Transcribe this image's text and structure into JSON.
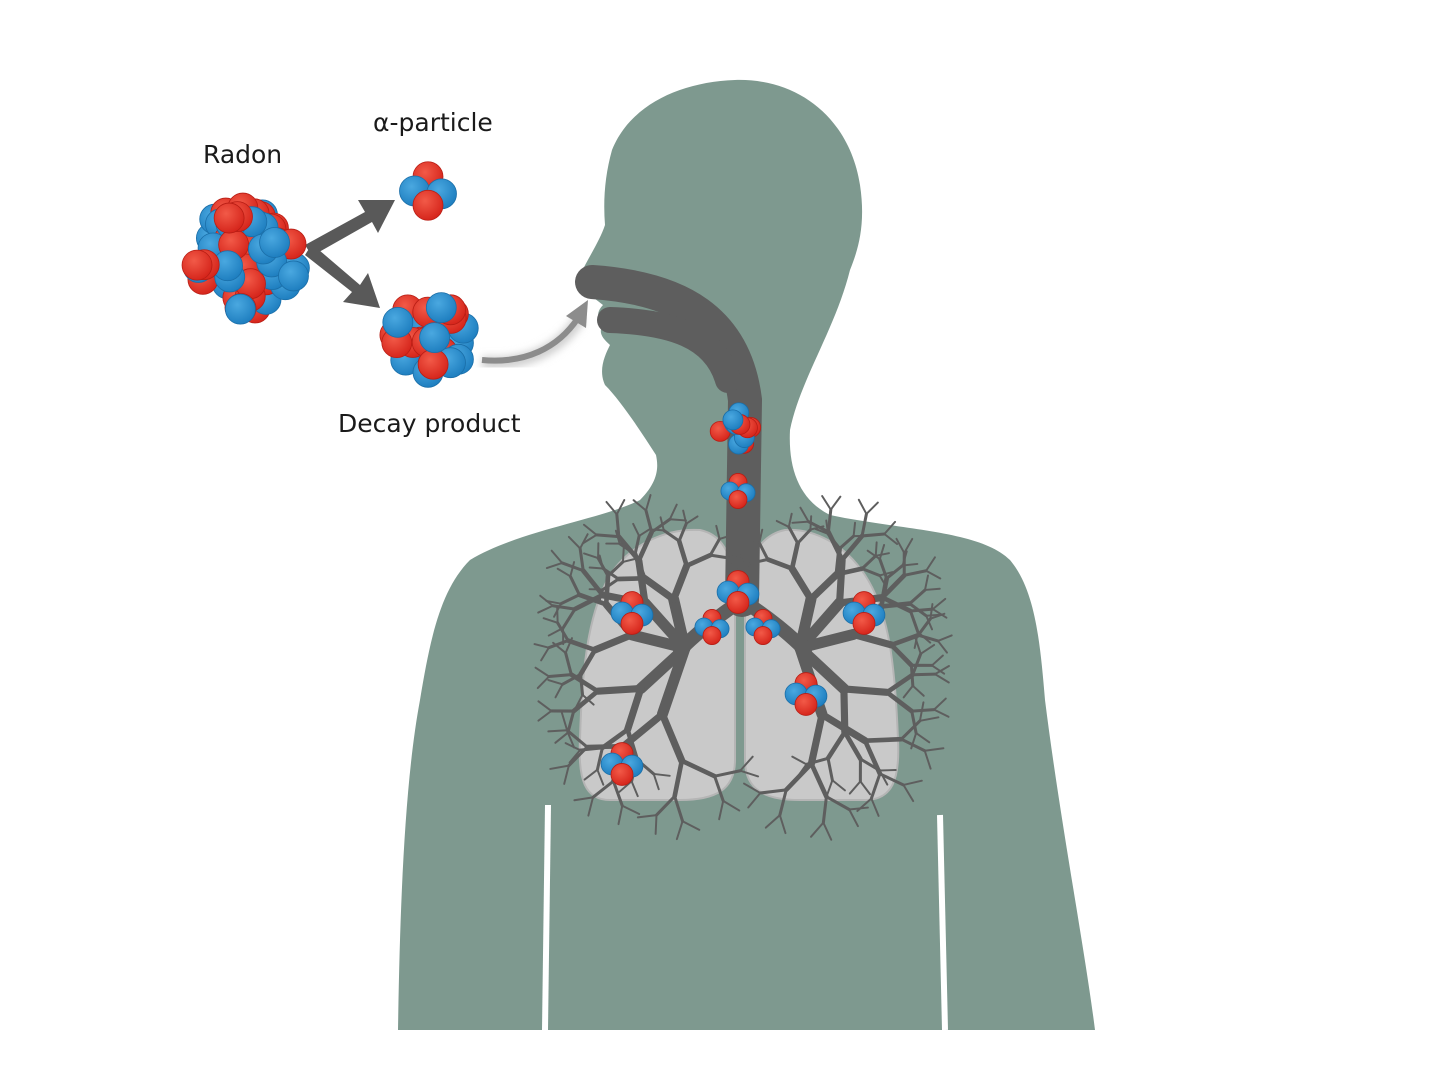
{
  "labels": {
    "radon": "Radon",
    "alpha": "α-particle",
    "decay": "Decay product"
  },
  "colors": {
    "body": "#7e998f",
    "lung": "#c9c9c9",
    "airway": "#5e5e5e",
    "arrow": "#595959",
    "proton": "#e8392c",
    "neutron": "#2b8fd0"
  }
}
